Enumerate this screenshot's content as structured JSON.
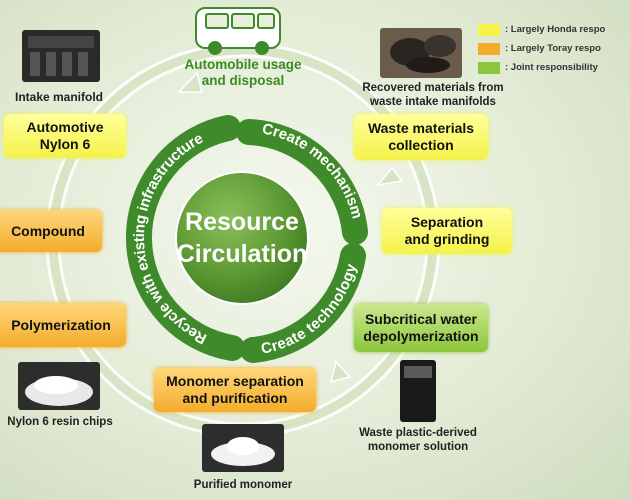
{
  "center": {
    "line1": "Resource",
    "line2": "Circulation"
  },
  "ring_labels": {
    "mechanism": "Create mechanism",
    "technology": "Create technology",
    "infrastructure": "Recycle with existing infrastructure"
  },
  "cycle_top": {
    "line1": "Automobile usage",
    "line2": "and disposal"
  },
  "steps": {
    "automotive": {
      "line1": "Automotive",
      "line2": "Nylon 6"
    },
    "compound": {
      "line1": "Compound"
    },
    "polymerization": {
      "line1": "Polymerization"
    },
    "monomer_sep": {
      "line1": "Monomer  separation",
      "line2": "and purification"
    },
    "subcritical": {
      "line1": "Subcritical water",
      "line2": "depolymerization"
    },
    "separation": {
      "line1": "Separation",
      "line2": "and grinding"
    },
    "waste": {
      "line1": "Waste materials",
      "line2": "collection"
    }
  },
  "captions": {
    "intake": "Intake manifold",
    "recovered": {
      "line1": "Recovered materials from",
      "line2": "waste intake manifolds"
    },
    "chips": "Nylon 6 resin chips",
    "purified": "Purified monomer",
    "waste_solution": {
      "line1": "Waste plastic-derived",
      "line2": "monomer solution"
    }
  },
  "legend": [
    {
      "label": ": Largely Honda respo",
      "color": "#f7f34c"
    },
    {
      "label": ": Largely Toray respo",
      "color": "#f3ac2c"
    },
    {
      "label": ": Joint responsibility",
      "color": "#8cc63c"
    }
  ],
  "colors": {
    "ring_green": "#3f8a2a",
    "center_green": "#5e9a34",
    "arrow_light": "#d7e5c6"
  }
}
